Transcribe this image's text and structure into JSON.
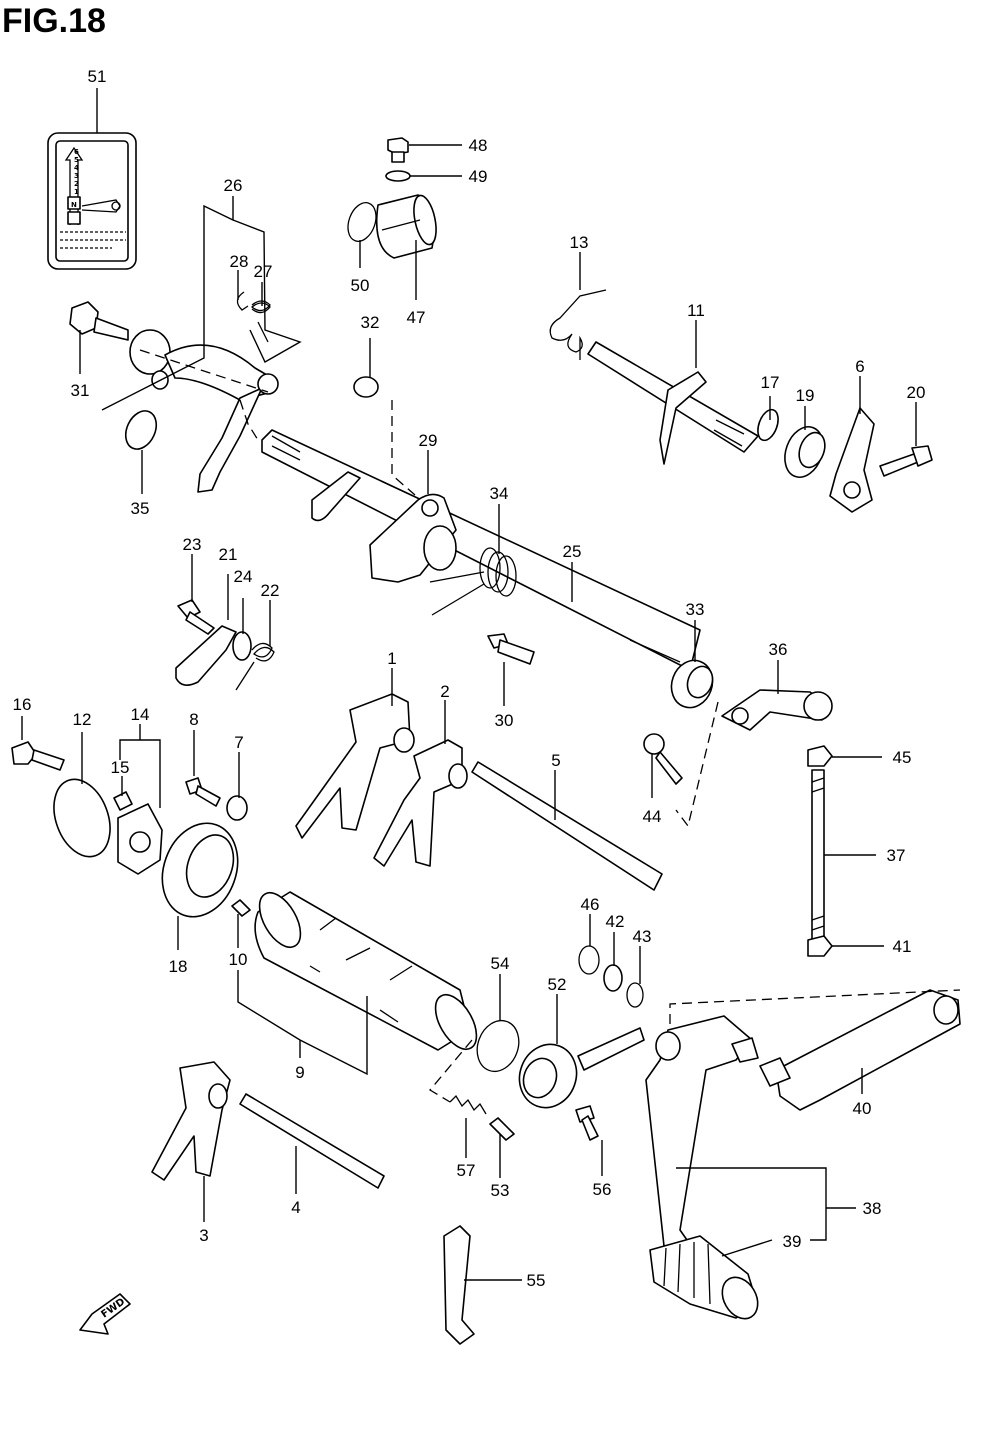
{
  "figure": {
    "title": "FIG.18"
  },
  "card": {
    "gear_digits": [
      "6",
      "5",
      "4",
      "3",
      "2",
      "1"
    ],
    "neutral": "N"
  },
  "fwd_label": "FWD",
  "callouts": [
    {
      "num": "51"
    },
    {
      "num": "48"
    },
    {
      "num": "49"
    },
    {
      "num": "26"
    },
    {
      "num": "28"
    },
    {
      "num": "27"
    },
    {
      "num": "50"
    },
    {
      "num": "47"
    },
    {
      "num": "13"
    },
    {
      "num": "32"
    },
    {
      "num": "11"
    },
    {
      "num": "31"
    },
    {
      "num": "17"
    },
    {
      "num": "19"
    },
    {
      "num": "6"
    },
    {
      "num": "20"
    },
    {
      "num": "29"
    },
    {
      "num": "35"
    },
    {
      "num": "34"
    },
    {
      "num": "25"
    },
    {
      "num": "23"
    },
    {
      "num": "21"
    },
    {
      "num": "24"
    },
    {
      "num": "22"
    },
    {
      "num": "33"
    },
    {
      "num": "36"
    },
    {
      "num": "30"
    },
    {
      "num": "1"
    },
    {
      "num": "2"
    },
    {
      "num": "16"
    },
    {
      "num": "12"
    },
    {
      "num": "14"
    },
    {
      "num": "8"
    },
    {
      "num": "7"
    },
    {
      "num": "15"
    },
    {
      "num": "5"
    },
    {
      "num": "45"
    },
    {
      "num": "44"
    },
    {
      "num": "37"
    },
    {
      "num": "18"
    },
    {
      "num": "10"
    },
    {
      "num": "46"
    },
    {
      "num": "42"
    },
    {
      "num": "43"
    },
    {
      "num": "41"
    },
    {
      "num": "54"
    },
    {
      "num": "52"
    },
    {
      "num": "9"
    },
    {
      "num": "40"
    },
    {
      "num": "57"
    },
    {
      "num": "53"
    },
    {
      "num": "56"
    },
    {
      "num": "3"
    },
    {
      "num": "4"
    },
    {
      "num": "38"
    },
    {
      "num": "39"
    },
    {
      "num": "55"
    }
  ]
}
